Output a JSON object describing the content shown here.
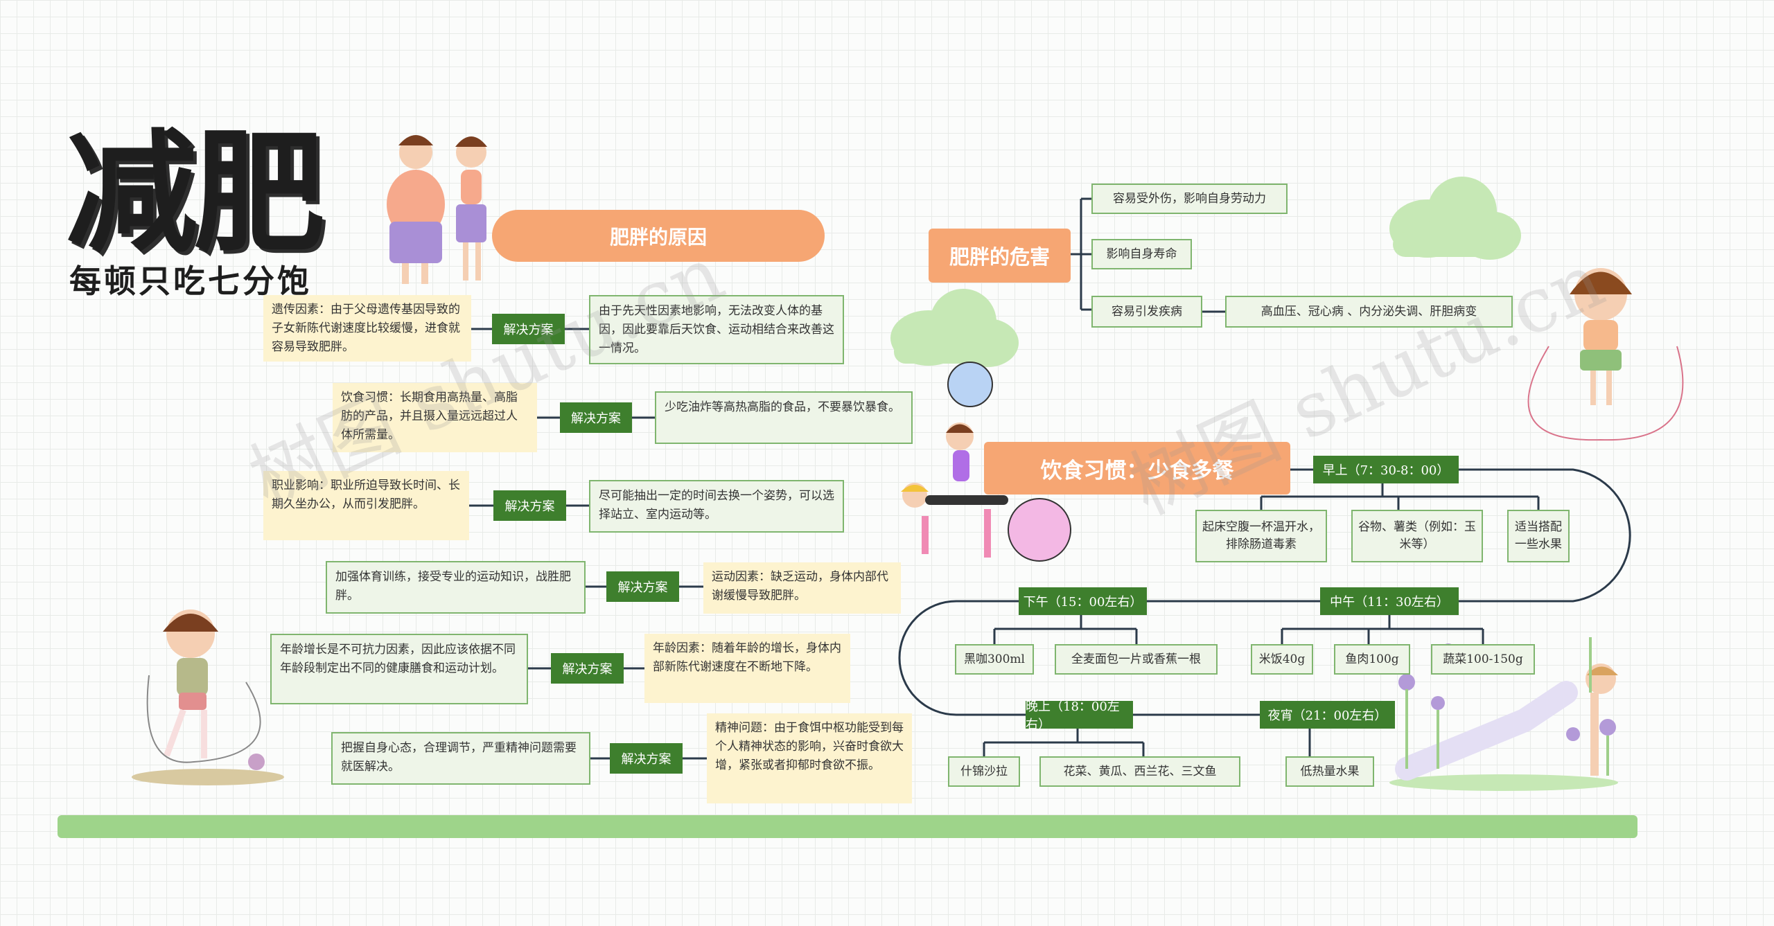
{
  "title": {
    "main": "减肥",
    "sub": "每顿只吃七分饱"
  },
  "causes": {
    "heading": "肥胖的原因",
    "solution_label": "解决方案",
    "items": [
      {
        "cause": "遗传因素：由于父母遗传基因导致的子女新陈代谢速度比较缓慢，进食就容易导致肥胖。",
        "solution": "由于先天性因素地影响，无法改变人体的基因，因此要靠后天饮食、运动相结合来改善这一情况。"
      },
      {
        "cause": "饮食习惯：长期食用高热量、高脂肪的产品，并且摄入量远远超过人体所需量。",
        "solution": "少吃油炸等高热高脂的食品，不要暴饮暴食。"
      },
      {
        "cause": "职业影响：职业所迫导致长时间、长期久坐办公，从而引发肥胖。",
        "solution": "尽可能抽出一定的时间去换一个姿势，可以选择站立、室内运动等。"
      },
      {
        "cause": "运动因素：缺乏运动，身体内部代谢缓慢导致肥胖。",
        "solution": "加强体育训练，接受专业的运动知识，战胜肥胖。"
      },
      {
        "cause": "年龄因素：随着年龄的增长，身体内部新陈代谢速度在不断地下降。",
        "solution": "年龄增长是不可抗力因素，因此应该依据不同年龄段制定出不同的健康膳食和运动计划。"
      },
      {
        "cause": "精神问题：由于食饵中枢功能受到每个人精神状态的影响，兴奋时食欲大增，紧张或者抑郁时食欲不振。",
        "solution": "把握自身心态，合理调节，严重精神问题需要就医解决。"
      }
    ]
  },
  "hazards": {
    "heading": "肥胖的危害",
    "items": [
      "容易受外伤，影响自身劳动力",
      "影响自身寿命",
      "容易引发疾病"
    ],
    "disease_detail": "高血压、冠心病 、内分泌失调、肝胆病变"
  },
  "diet": {
    "heading": "饮食习惯：少食多餐",
    "meals": [
      {
        "name": "早上（7：30-8：00）",
        "foods": [
          "起床空腹一杯温开水，排除肠道毒素",
          "谷物、薯类（例如：玉米等）",
          "适当搭配一些水果"
        ]
      },
      {
        "name": "中午（11：30左右）",
        "foods": [
          "米饭40g",
          "鱼肉100g",
          "蔬菜100-150g"
        ]
      },
      {
        "name": "下午（15：00左右）",
        "foods": [
          "黑咖300ml",
          "全麦面包一片或香蕉一根"
        ]
      },
      {
        "name": "晚上（18：00左右）",
        "foods": [
          "什锦沙拉",
          "花菜、黄瓜、西兰花、三文鱼"
        ]
      },
      {
        "name": "夜宵（21：00左右）",
        "foods": [
          "低热量水果"
        ]
      }
    ]
  },
  "watermark": "树图 shutu.cn",
  "colors": {
    "pill": "#f6a673",
    "button": "#3e7f2d",
    "box_border": "#7fb56e",
    "cause_bg": "#fdf3cf",
    "bottom_bar": "#9ed48a"
  }
}
